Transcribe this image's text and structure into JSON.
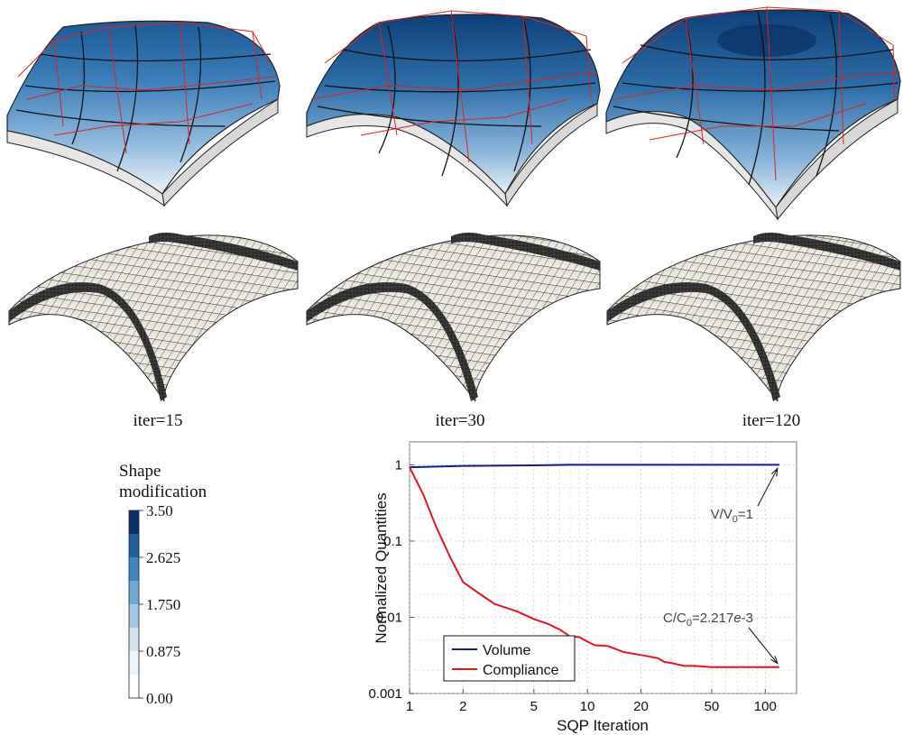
{
  "panels": {
    "captions": [
      "iter=15",
      "iter=30",
      "iter=120"
    ]
  },
  "colorbar": {
    "title_line1": "Shape",
    "title_line2": "modification",
    "ticks": [
      "3.50",
      "2.625",
      "1.750",
      "0.875",
      "0.00"
    ],
    "colors": [
      "#08306b",
      "#1f5f9c",
      "#3e86bd",
      "#6fa7d3",
      "#a5c8e4",
      "#d3e3f1",
      "#eef4fa",
      "#ffffff"
    ]
  },
  "chart_data": {
    "type": "line",
    "xlabel": "SQP Iteration",
    "ylabel": "Normalized Quantities",
    "x_scale": "log",
    "y_scale": "log",
    "xlim": [
      1,
      150
    ],
    "ylim": [
      0.001,
      2
    ],
    "x_ticks": [
      1,
      2,
      5,
      10,
      20,
      50,
      100
    ],
    "x_tick_labels": [
      "1",
      "2",
      "5",
      "10",
      "20",
      "50",
      "100"
    ],
    "y_ticks": [
      0.001,
      0.01,
      0.1,
      1
    ],
    "y_tick_labels": [
      "0.001",
      "0.01",
      "0.1",
      "1"
    ],
    "grid": true,
    "legend_position": "bottom-left",
    "series": [
      {
        "name": "Volume",
        "color": "#0a1f8f",
        "points": [
          [
            1,
            0.93
          ],
          [
            2,
            0.97
          ],
          [
            5,
            0.985
          ],
          [
            8,
            1.0
          ],
          [
            15,
            1.0
          ],
          [
            30,
            1.0
          ],
          [
            60,
            1.0
          ],
          [
            120,
            1.0
          ]
        ]
      },
      {
        "name": "Compliance",
        "color": "#e8141c",
        "points": [
          [
            1,
            0.93
          ],
          [
            1.2,
            0.4
          ],
          [
            1.4,
            0.16
          ],
          [
            1.7,
            0.06
          ],
          [
            2,
            0.029
          ],
          [
            2.5,
            0.02
          ],
          [
            3,
            0.015
          ],
          [
            4,
            0.012
          ],
          [
            5,
            0.0095
          ],
          [
            6,
            0.0082
          ],
          [
            7,
            0.0069
          ],
          [
            8,
            0.0056
          ],
          [
            9,
            0.0055
          ],
          [
            10,
            0.0048
          ],
          [
            11,
            0.0043
          ],
          [
            13,
            0.0042
          ],
          [
            16,
            0.0035
          ],
          [
            20,
            0.0032
          ],
          [
            25,
            0.0029
          ],
          [
            27,
            0.0026
          ],
          [
            30,
            0.0025
          ],
          [
            35,
            0.0023
          ],
          [
            40,
            0.0023
          ],
          [
            50,
            0.00222
          ],
          [
            60,
            0.00222
          ],
          [
            80,
            0.00222
          ],
          [
            120,
            0.002217
          ]
        ]
      }
    ],
    "annotations": [
      {
        "text": "V/V",
        "sub": "0",
        "tail": "=1",
        "points_to": [
          120,
          1.0
        ]
      },
      {
        "text": "C/C",
        "sub": "0",
        "tail": "=2.217e-3",
        "points_to": [
          120,
          0.002217
        ]
      }
    ]
  }
}
